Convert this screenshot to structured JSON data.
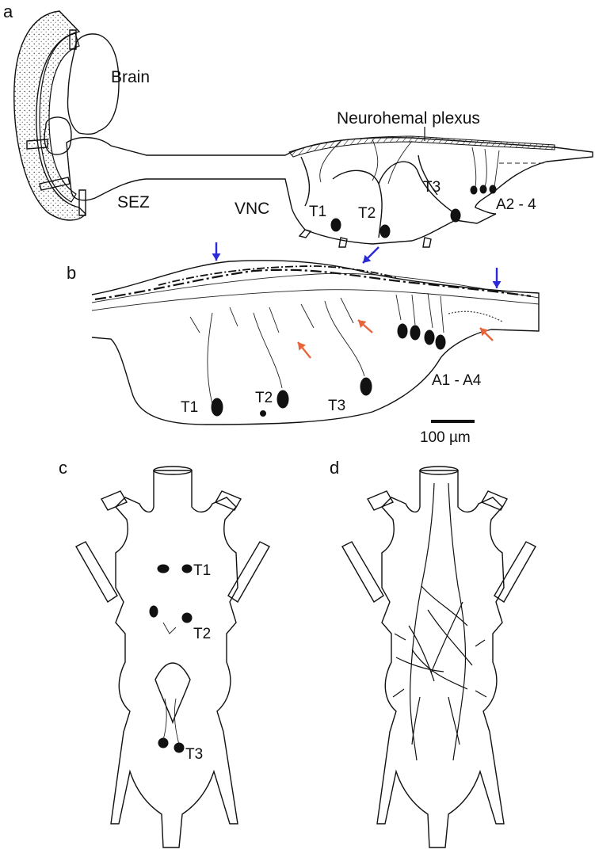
{
  "panels": {
    "a": {
      "letter": "a",
      "labels": {
        "brain": "Brain",
        "neurohemal": "Neurohemal plexus",
        "sez": "SEZ",
        "vnc": "VNC",
        "t1": "T1",
        "t2": "T2",
        "t3": "T3",
        "a2_4": "A2 - 4"
      }
    },
    "b": {
      "letter": "b",
      "labels": {
        "t1": "T1",
        "t2": "T2",
        "t3": "T3",
        "a1_a4": "A1 - A4"
      },
      "scale_bar": "100 µm",
      "arrow_colors": {
        "blue": "#2a2ad8",
        "orange": "#e8643a"
      }
    },
    "c": {
      "letter": "c",
      "labels": {
        "t1": "T1",
        "t2": "T2",
        "t3": "T3"
      }
    },
    "d": {
      "letter": "d"
    }
  }
}
